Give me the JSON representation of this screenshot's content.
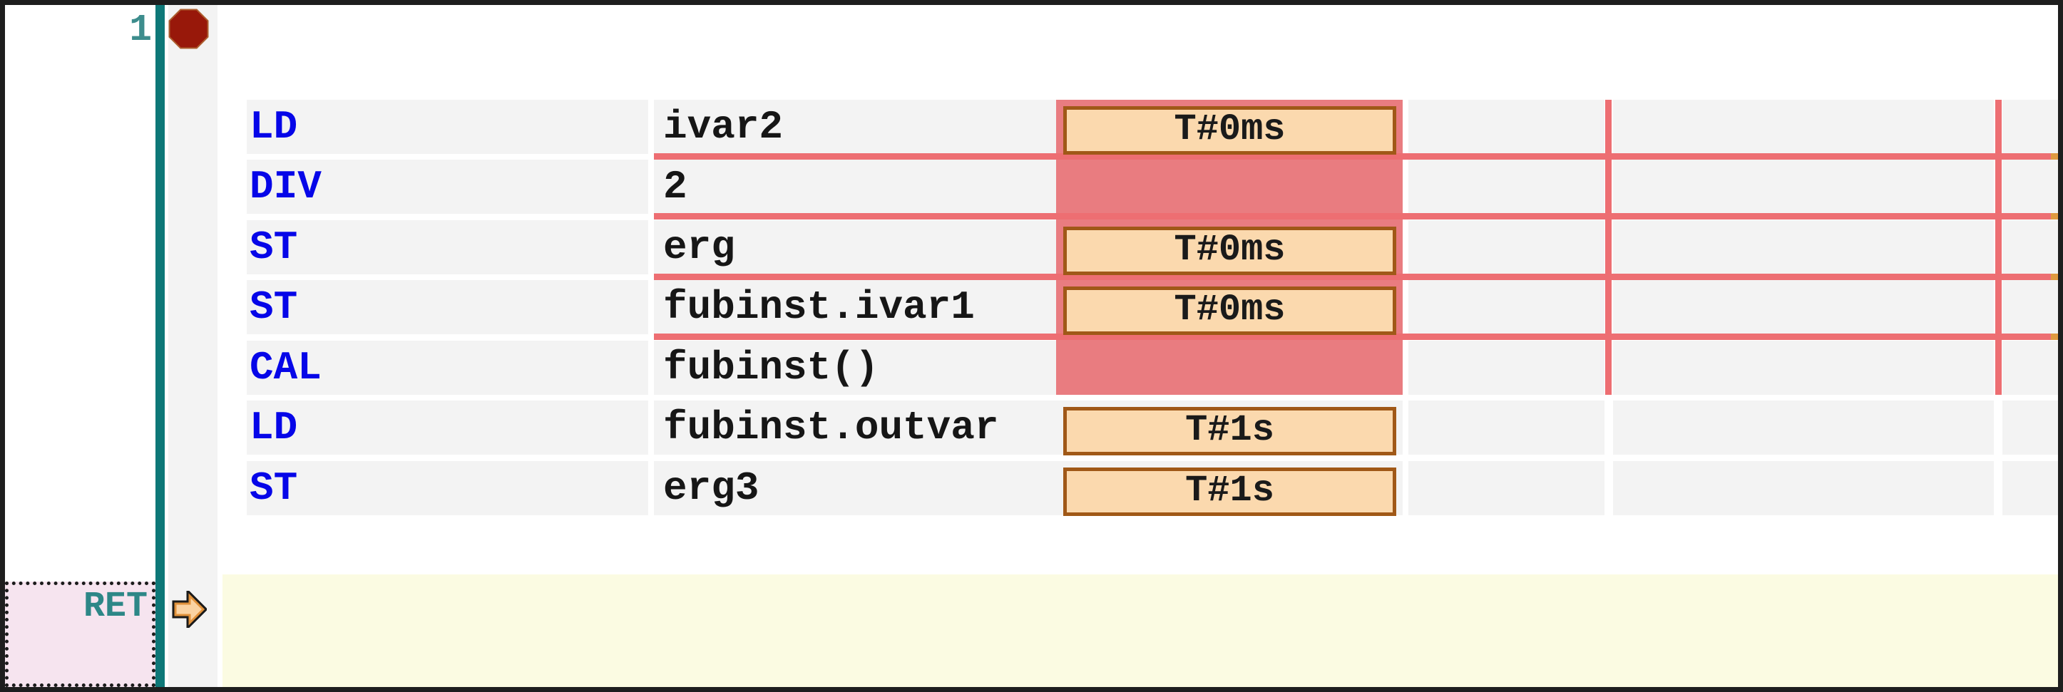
{
  "editor": {
    "language": "instruction-list",
    "line_number": "1",
    "instructions": [
      {
        "operator": "LD",
        "operand": "ivar2",
        "value": "T#0ms",
        "monitored": true,
        "separator_after": true
      },
      {
        "operator": "DIV",
        "operand": "2",
        "value": "",
        "monitored": true,
        "separator_after": true
      },
      {
        "operator": "ST",
        "operand": "erg",
        "value": "T#0ms",
        "monitored": true,
        "separator_after": true
      },
      {
        "operator": "ST",
        "operand": "fubinst.ivar1",
        "value": "T#0ms",
        "monitored": true,
        "separator_after": true
      },
      {
        "operator": "CAL",
        "operand": "fubinst()",
        "value": "",
        "monitored": true,
        "separator_after": false
      },
      {
        "operator": "LD",
        "operand": "fubinst.outvar",
        "value": "T#1s",
        "monitored": false,
        "separator_after": false
      },
      {
        "operator": "ST",
        "operand": "erg3",
        "value": "T#1s",
        "monitored": false,
        "separator_after": false
      }
    ],
    "return_statement": "RET",
    "icons": {
      "breakpoint": "breakpoint-octagon-icon",
      "instruction_pointer": "arrow-right-icon"
    },
    "colors": {
      "operator_text": "#0606e8",
      "operand_text": "#161616",
      "row_background": "#f3f3f3",
      "monitor_highlight": "#e97c80",
      "flow_line": "#ed6e72",
      "value_box_fill": "#fbd9ae",
      "value_box_border": "#a05817",
      "breakpoint_fill": "#98180a",
      "margin_line": "#0e7878",
      "line_number_text": "#3d8d8d",
      "return_text": "#2d8787",
      "active_row_background": "#fbfbe2",
      "return_box_fill": "#f6e4ef",
      "pointer_fill": "#fbd2a0"
    }
  }
}
